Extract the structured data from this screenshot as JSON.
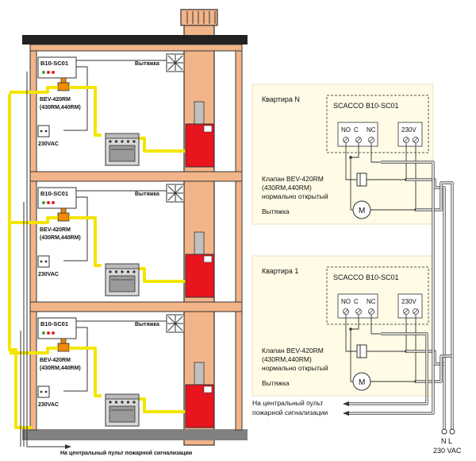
{
  "building": {
    "floors": [
      {
        "controller": "B10-SC01",
        "valve_line1": "BEV-420RM",
        "valve_line2": "(430RM,440RM)",
        "hood": "Вытяжка",
        "outlet": "230VAC"
      },
      {
        "controller": "B10-SC01",
        "valve_line1": "BEV-420RM",
        "valve_line2": "(430RM,440RM)",
        "hood": "Вытяжка",
        "outlet": "230VAC"
      },
      {
        "controller": "B10-SC01",
        "valve_line1": "BEV-420RM",
        "valve_line2": "(430RM,440RM)",
        "hood": "Вытяжка",
        "outlet": "230VAC"
      }
    ],
    "bottom_caption": "На центральный пульт пожарной сигнализации"
  },
  "panels": [
    {
      "title": "Квартира N",
      "controller": "SCACCO B10-SC01",
      "terminals": [
        "NO",
        "C",
        "NC",
        "230V"
      ],
      "valve_lines": [
        "Клапан BEV-420RM",
        "(430RM,440RM)",
        "нормально открытый"
      ],
      "motor_label": "Вытяжка",
      "motor_symbol": "M"
    },
    {
      "title": "Квартира 1",
      "controller": "SCACCO B10-SC01",
      "terminals": [
        "NO",
        "C",
        "NC",
        "230V"
      ],
      "valve_lines": [
        "Клапан BEV-420RM",
        "(430RM,440RM)",
        "нормально открытый"
      ],
      "motor_label": "Вытяжка",
      "motor_symbol": "M"
    }
  ],
  "central_panel_lines": [
    "На центральный пульт",
    "пожарной сигнализации"
  ],
  "supply": {
    "phases": "N L",
    "voltage": "230 VAC"
  },
  "colors": {
    "wire_yellow": "#f2e600",
    "boiler_red": "#e8141e",
    "chimney": "#f2b489",
    "wall": "#f2b489",
    "roof": "#222222",
    "ground": "#808080",
    "panel_bg": "#fffbe6"
  }
}
